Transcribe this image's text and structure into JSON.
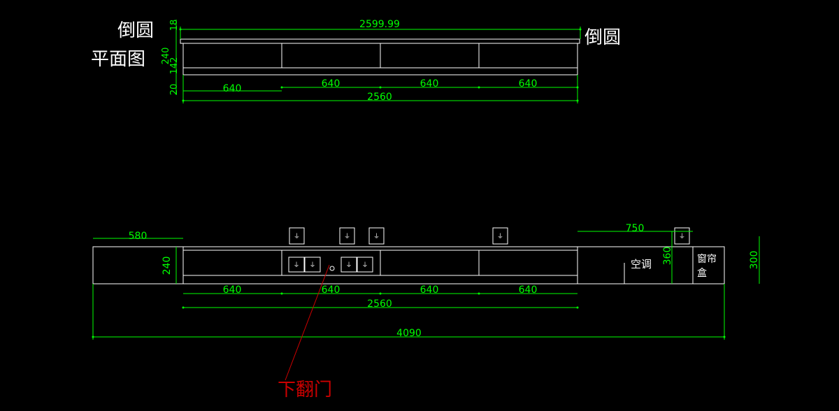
{
  "colors": {
    "background": "#000000",
    "outline": "#ffffff",
    "dimension": "#00ff00",
    "leader": "#cc0000"
  },
  "labels": {
    "round_corner_left": "倒圆",
    "round_corner_right": "倒圆",
    "plan_view": "平面图",
    "air_conditioner": "空调",
    "curtain_box_line1": "窗帘",
    "curtain_box_line2": "盒",
    "flip_down_door": "下翻门",
    "socket_symbol": "⏚"
  },
  "plan_dims": {
    "total_top": "2599.99",
    "top_thickness": "18",
    "depth": "240",
    "inner_depth": "142",
    "bottom_gap": "20",
    "seg_1": "640",
    "seg_2": "640",
    "seg_3": "640",
    "seg_4": "640",
    "total_bottom": "2560"
  },
  "elevation_dims": {
    "left_segment": "580",
    "height": "240",
    "right_segment": "750",
    "ac_height": "360",
    "overall_height": "300",
    "seg_1": "640",
    "seg_2": "640",
    "seg_3": "640",
    "seg_4": "640",
    "total_cabinet": "2560",
    "total_overall": "4090"
  }
}
